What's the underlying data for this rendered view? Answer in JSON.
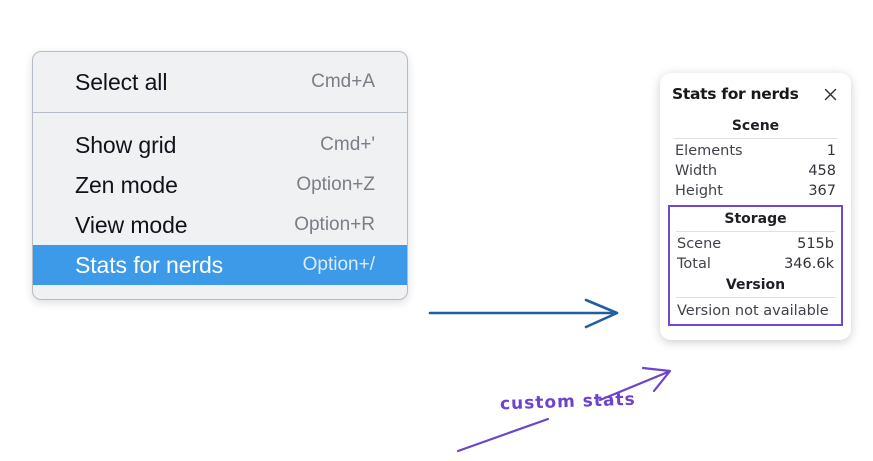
{
  "context_menu": {
    "name": "canvas-context-menu",
    "groups": [
      {
        "items": [
          {
            "label": "Select all",
            "shortcut": "Cmd+A",
            "selected": false
          }
        ]
      },
      {
        "items": [
          {
            "label": "Show grid",
            "shortcut": "Cmd+'",
            "selected": false
          },
          {
            "label": "Zen mode",
            "shortcut": "Option+Z",
            "selected": false
          },
          {
            "label": "View mode",
            "shortcut": "Option+R",
            "selected": false
          },
          {
            "label": "Stats for nerds",
            "shortcut": "Option+/",
            "selected": true
          }
        ]
      }
    ],
    "highlight_color": "#3d9ae8",
    "background_color": "#f0f1f3",
    "shortcut_color": "#7b7e86"
  },
  "stats_panel": {
    "title": "Stats for nerds",
    "close_icon": "close-icon",
    "sections": [
      {
        "heading": "Scene",
        "rows": [
          {
            "key": "Elements",
            "value": "1"
          },
          {
            "key": "Width",
            "value": "458"
          },
          {
            "key": "Height",
            "value": "367"
          }
        ]
      },
      {
        "heading": "Storage",
        "rows": [
          {
            "key": "Scene",
            "value": "515b"
          },
          {
            "key": "Total",
            "value": "346.6k"
          }
        ]
      },
      {
        "heading": "Version",
        "rows": [],
        "note": "Version not available"
      }
    ],
    "custom_section_border_color": "#7149ce"
  },
  "annotations": {
    "arrow_menu_to_panel_color": "#1f5f9e",
    "callout_text": "custom stats",
    "callout_color": "#6c43cf"
  }
}
